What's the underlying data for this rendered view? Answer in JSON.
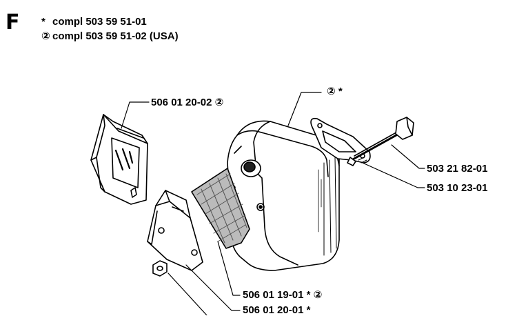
{
  "section_letter": "F",
  "legend": [
    {
      "symbol": "*",
      "text": "compl 503 59 51-01"
    },
    {
      "symbol": "②",
      "text": "compl 503 59 51-02 (USA)"
    }
  ],
  "callouts": {
    "top_marks": "② *",
    "spark_arrestor_cover": "506 01 20-02 ②",
    "bolt": "503 21 82-01",
    "washer": "503 10 23-01",
    "screen": "506 01 19-01  *  ②",
    "lower_cover": "506 01 20-01  *"
  }
}
